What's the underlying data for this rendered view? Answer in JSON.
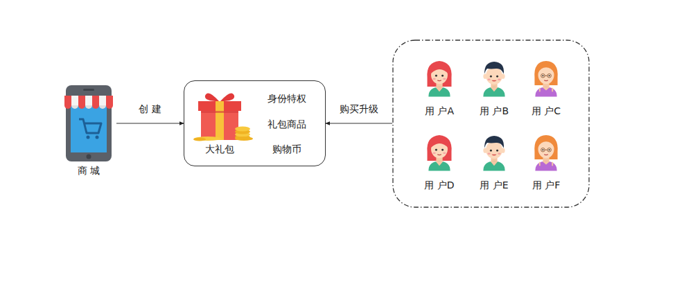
{
  "diagram": {
    "nodes": [
      {
        "text": [
          "商 城"
        ]
      },
      {
        "text": [
          "大礼包",
          "身份特权",
          "礼包商品",
          "购物币"
        ]
      },
      {
        "text": []
      },
      {
        "text": [
          "用 户A"
        ],
        "in": 2
      },
      {
        "text": [
          "用 户B"
        ],
        "in": 2
      },
      {
        "text": [
          "用 户C"
        ],
        "in": 2
      },
      {
        "text": [
          "用 户D"
        ],
        "in": 2
      },
      {
        "text": [
          "用 户E"
        ],
        "in": 2
      },
      {
        "text": [
          "用 户F"
        ],
        "in": 2
      }
    ],
    "edges": [
      {
        "from": 0,
        "to": 1,
        "arrow": "to",
        "label": "创 建"
      },
      {
        "from": 2,
        "to": 1,
        "arrow": "to",
        "label": "购买升级"
      }
    ]
  }
}
